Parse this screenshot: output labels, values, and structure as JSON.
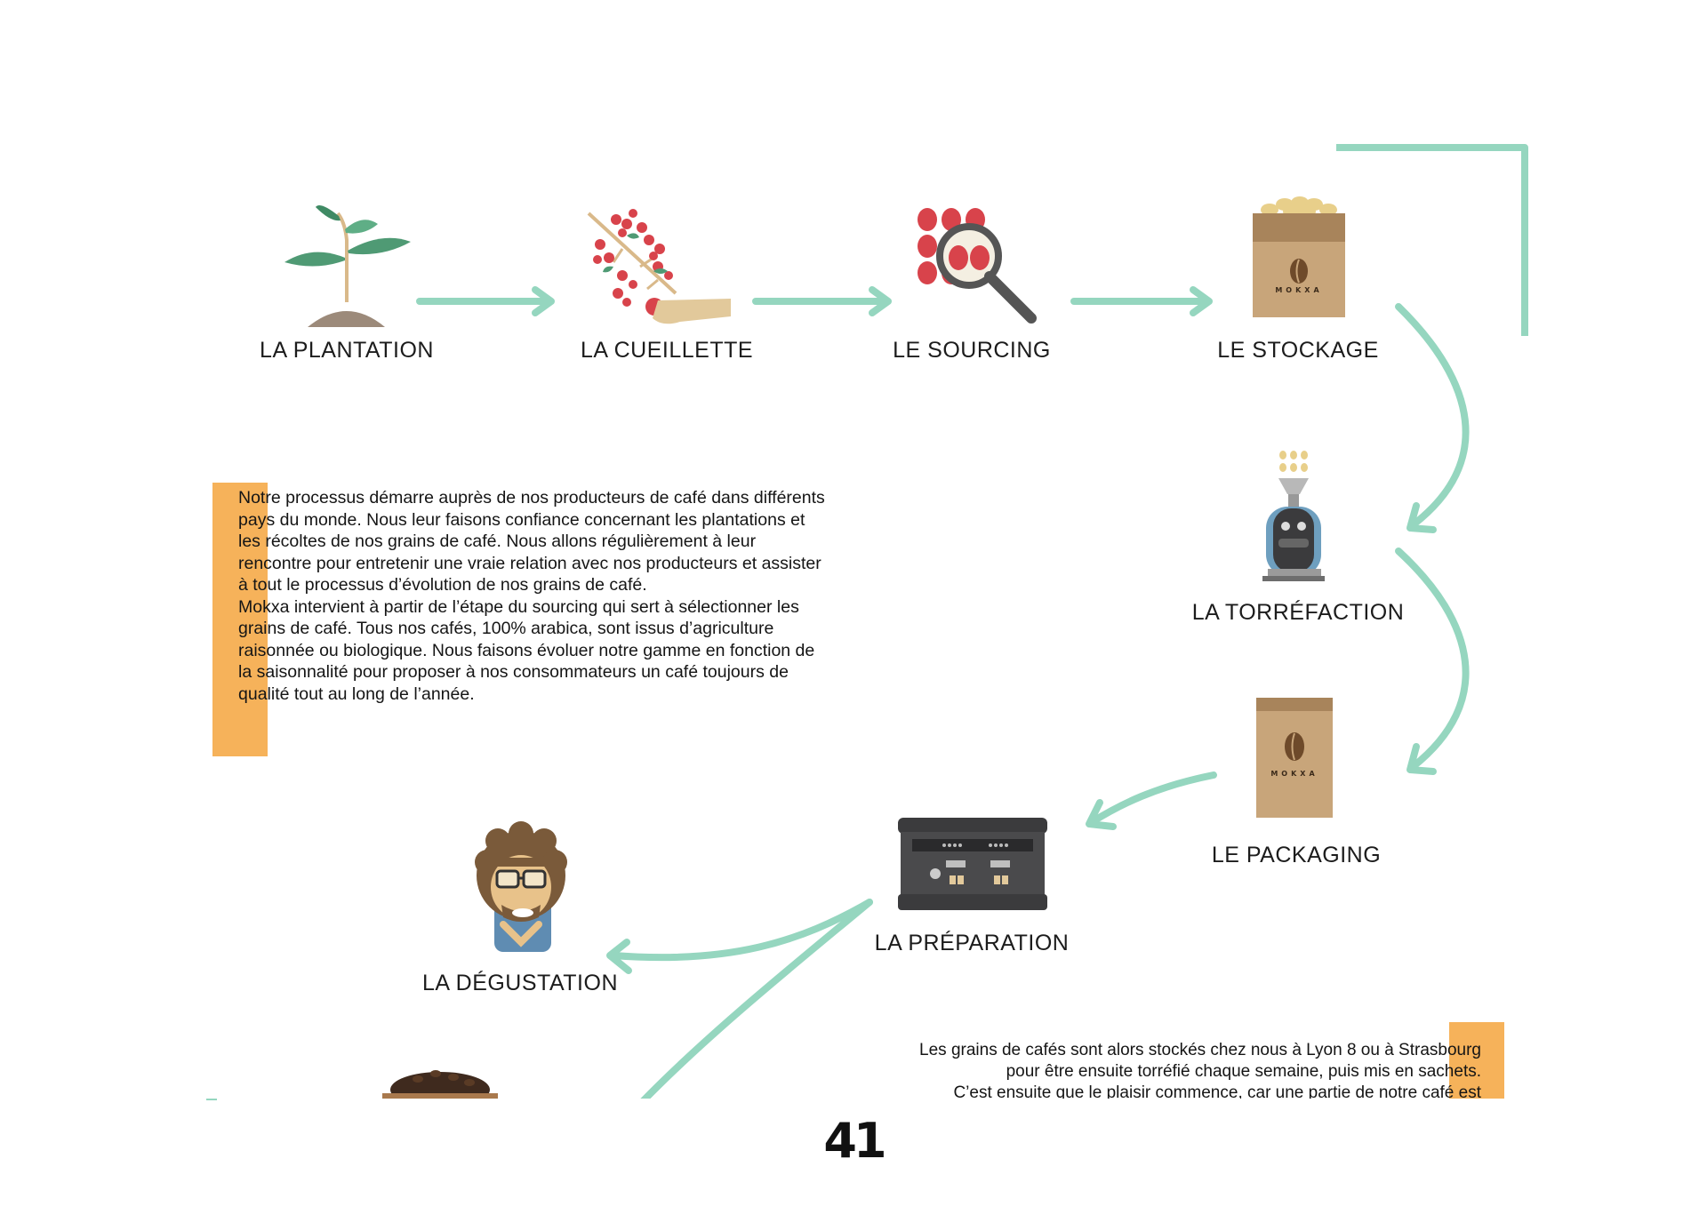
{
  "steps": [
    {
      "id": "plantation",
      "label": "LA PLANTATION",
      "icon": "plant-icon"
    },
    {
      "id": "cueillette",
      "label": "LA CUEILLETTE",
      "icon": "coffee-cherries-icon"
    },
    {
      "id": "sourcing",
      "label": "LE SOURCING",
      "icon": "magnifier-beans-icon"
    },
    {
      "id": "stockage",
      "label": "LE STOCKAGE",
      "icon": "coffee-sack-icon"
    },
    {
      "id": "torrefaction",
      "label": "LA TORRÉFACTION",
      "icon": "roaster-icon"
    },
    {
      "id": "packaging",
      "label": "LE PACKAGING",
      "icon": "coffee-bag-icon"
    },
    {
      "id": "preparation",
      "label": "LA PRÉPARATION",
      "icon": "espresso-machine-icon"
    },
    {
      "id": "degustation",
      "label": "LA DÉGUSTATION",
      "icon": "taster-man-icon"
    }
  ],
  "brand": {
    "name": "MOKXA"
  },
  "intro": {
    "paragraph1": "Notre processus démarre auprès de nos producteurs de café dans différents pays du monde. Nous leur faisons confiance concernant les plantations et les récoltes de nos grains de café. Nous allons régulièrement à leur rencontre pour entretenir une vraie relation avec nos producteurs et assister à tout le processus d’évolution de nos grains de café.",
    "paragraph2": "Mokxa intervient à partir de l’étape du sourcing qui sert à sélectionner les grains de café. Tous nos cafés, 100% arabica, sont issus d’agriculture raisonnée ou biologique. Nous faisons évoluer notre gamme en fonction de la saisonnalité pour proposer à nos consommateurs un café toujours de qualité tout au long de l’année."
  },
  "bottom": {
    "line1": "Les grains de cafés sont alors stockés chez nous à Lyon 8 ou à Strasbourg",
    "line2": "pour être ensuite torréfié chaque semaine, puis mis en sachets.",
    "line3": "C’est ensuite que le plaisir commence, car une partie de notre café est"
  },
  "page_number": "41",
  "colors": {
    "arrow": "#95d6bf",
    "accent_orange": "#f6b25a",
    "cherry_red": "#d8434b",
    "kraft": "#c8a57a",
    "leaf_green": "#4f9a74",
    "soil": "#9c8a7a",
    "machine_dark": "#3b3b3d",
    "roaster_blue": "#6e9fbf"
  }
}
